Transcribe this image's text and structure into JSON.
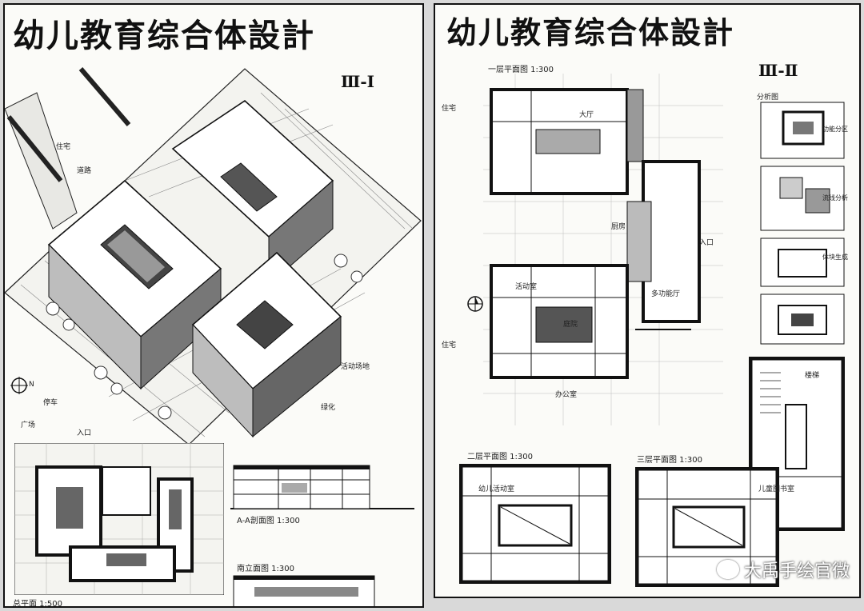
{
  "sheet1": {
    "title": "幼儿教育综合体設計",
    "sheet_no": "Ⅲ-Ⅰ",
    "labels": {
      "north_arrow": "N",
      "site_plan": "总平面 1:500",
      "section_aa": "A-A剖面图 1:300",
      "elevation_south": "南立面图 1:300",
      "label_residential": "住宅",
      "label_green": "绿化",
      "label_road": "道路",
      "label_entrance": "入口",
      "label_parking": "停车",
      "label_plaza": "广场",
      "label_playground": "活动场地"
    }
  },
  "sheet2": {
    "title": "幼儿教育综合体設計",
    "sheet_no": "Ⅲ-Ⅱ",
    "labels": {
      "plan_1f": "一层平面图 1:300",
      "plan_2f": "二层平面图 1:300",
      "plan_3f": "三层平面图 1:300",
      "analysis": "分析图",
      "residential_top": "住宅",
      "residential_bottom": "住宅",
      "hall": "大厅",
      "multi": "多功能厅",
      "courtyard": "庭院",
      "activity": "活动室",
      "activity2": "幼儿活动室",
      "office": "办公室",
      "stair": "楼梯",
      "entrance": "入口",
      "kitchen": "厨房",
      "library": "儿童图书室",
      "analysis_function": "功能分区",
      "analysis_flow": "流线分析",
      "analysis_volume": "体块生成"
    }
  },
  "watermark": "大禹手绘官微"
}
